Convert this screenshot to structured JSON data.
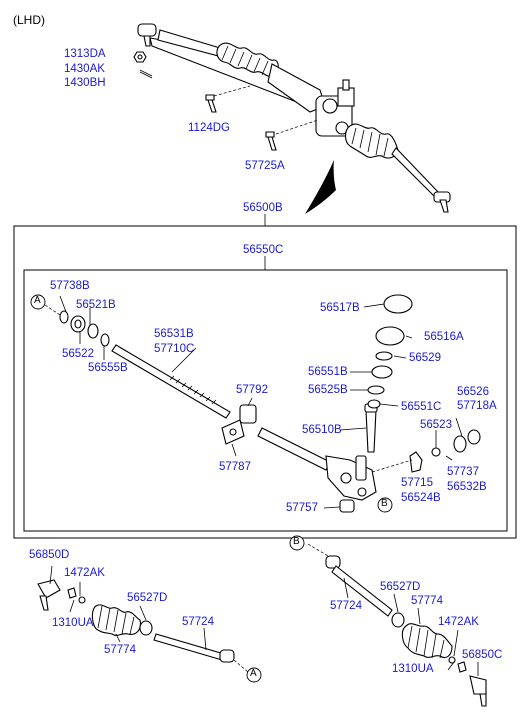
{
  "header": {
    "variant": "(LHD)"
  },
  "callout_refs": {
    "a": "A",
    "b": "B"
  },
  "labels": {
    "p1313DA": "1313DA",
    "p1430AK": "1430AK",
    "p1430BH": "1430BH",
    "p1124DG": "1124DG",
    "p57725A": "57725A",
    "p56500B": "56500B",
    "p56550C": "56550C",
    "p57738B": "57738B",
    "p56521B": "56521B",
    "p56522": "56522",
    "p56555B": "56555B",
    "p56531B": "56531B",
    "p57710C": "57710C",
    "p56517B": "56517B",
    "p56516A": "56516A",
    "p56551B": "56551B",
    "p56529": "56529",
    "p56525B": "56525B",
    "p56551C": "56551C",
    "p57792": "57792",
    "p57787": "57787",
    "p56510B": "56510B",
    "p56523": "56523",
    "p56526": "56526",
    "p57718A": "57718A",
    "p57737": "57737",
    "p56532B": "56532B",
    "p57715": "57715",
    "p56524B": "56524B",
    "p57757": "57757",
    "p56850D": "56850D",
    "p1472AK_l": "1472AK",
    "p1310UA_l": "1310UA",
    "p56527D_l": "56527D",
    "p57774_l": "57774",
    "p57724_l": "57724",
    "p57724_r": "57724",
    "p56527D_r": "56527D",
    "p57774_r": "57774",
    "p1472AK_r": "1472AK",
    "p1310UA_r": "1310UA",
    "p56850C": "56850C"
  }
}
